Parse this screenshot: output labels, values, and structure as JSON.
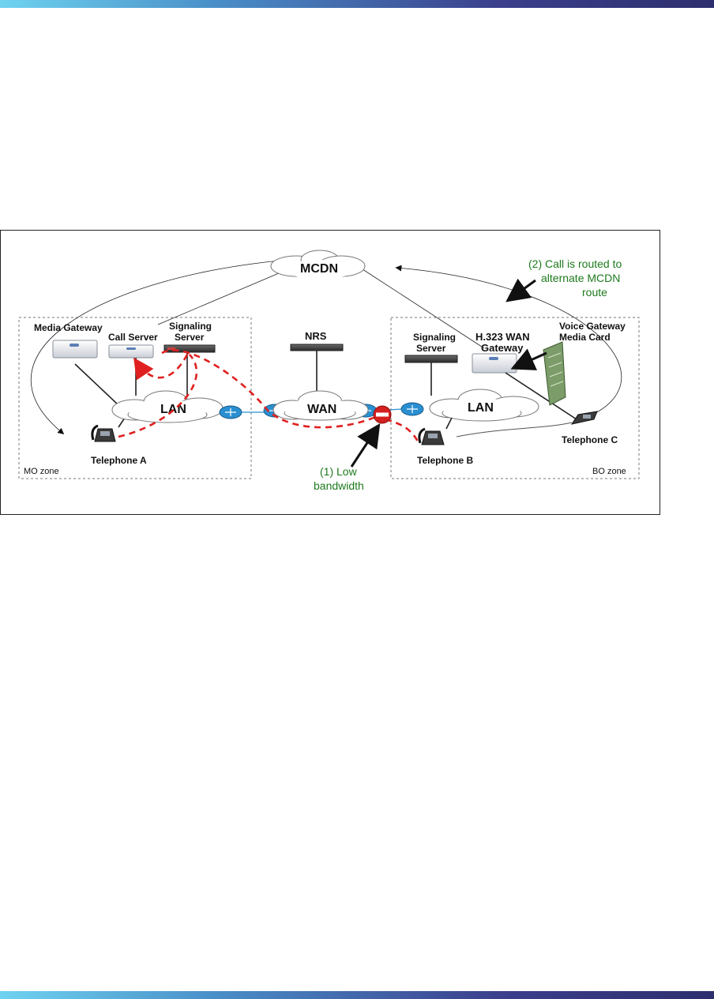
{
  "diagram": {
    "mcdn": "MCDN",
    "nrs": "NRS",
    "wan": "WAN",
    "mo_lan": "LAN",
    "bo_lan": "LAN",
    "media_gateway": "Media Gateway",
    "call_server": "Call Server",
    "mo_signaling_server": [
      "Signaling",
      "Server"
    ],
    "bo_signaling_server": [
      "Signaling",
      "Server"
    ],
    "h323_wan_gateway": [
      "H.323 WAN",
      "Gateway"
    ],
    "voice_gateway_media_card": [
      "Voice Gateway",
      "Media Card"
    ],
    "telephone_a": "Telephone A",
    "telephone_b": "Telephone B",
    "telephone_c": "Telephone C",
    "mo_zone": "MO zone",
    "bo_zone": "BO zone",
    "note_low_bandwidth": [
      "(1) Low",
      "bandwidth"
    ],
    "note_call_routed": [
      "(2) Call is routed to",
      "alternate MCDN",
      "route"
    ],
    "colors": {
      "call_path": "#e02020",
      "note_text": "#1d7a1d",
      "router": "#2a8fd0",
      "block": "#d42020"
    }
  }
}
